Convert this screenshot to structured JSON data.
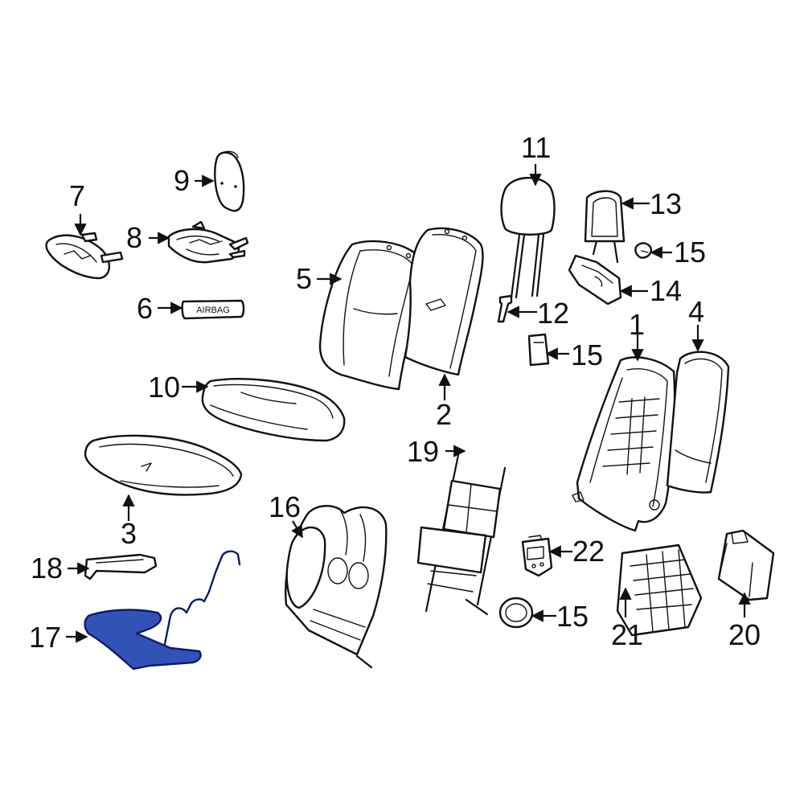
{
  "highlight_color": "#3352b8",
  "callouts": {
    "c1": "1",
    "c2": "2",
    "c3": "3",
    "c4": "4",
    "c5": "5",
    "c6": "6",
    "c7": "7",
    "c8": "8",
    "c9": "9",
    "c10": "10",
    "c11": "11",
    "c12": "12",
    "c13": "13",
    "c14": "14",
    "c15a": "15",
    "c15b": "15",
    "c15c": "15",
    "c16": "16",
    "c17": "17",
    "c18": "18",
    "c19": "19",
    "c20": "20",
    "c21": "21",
    "c22": "22"
  },
  "airbag_label": "AIRBAG"
}
